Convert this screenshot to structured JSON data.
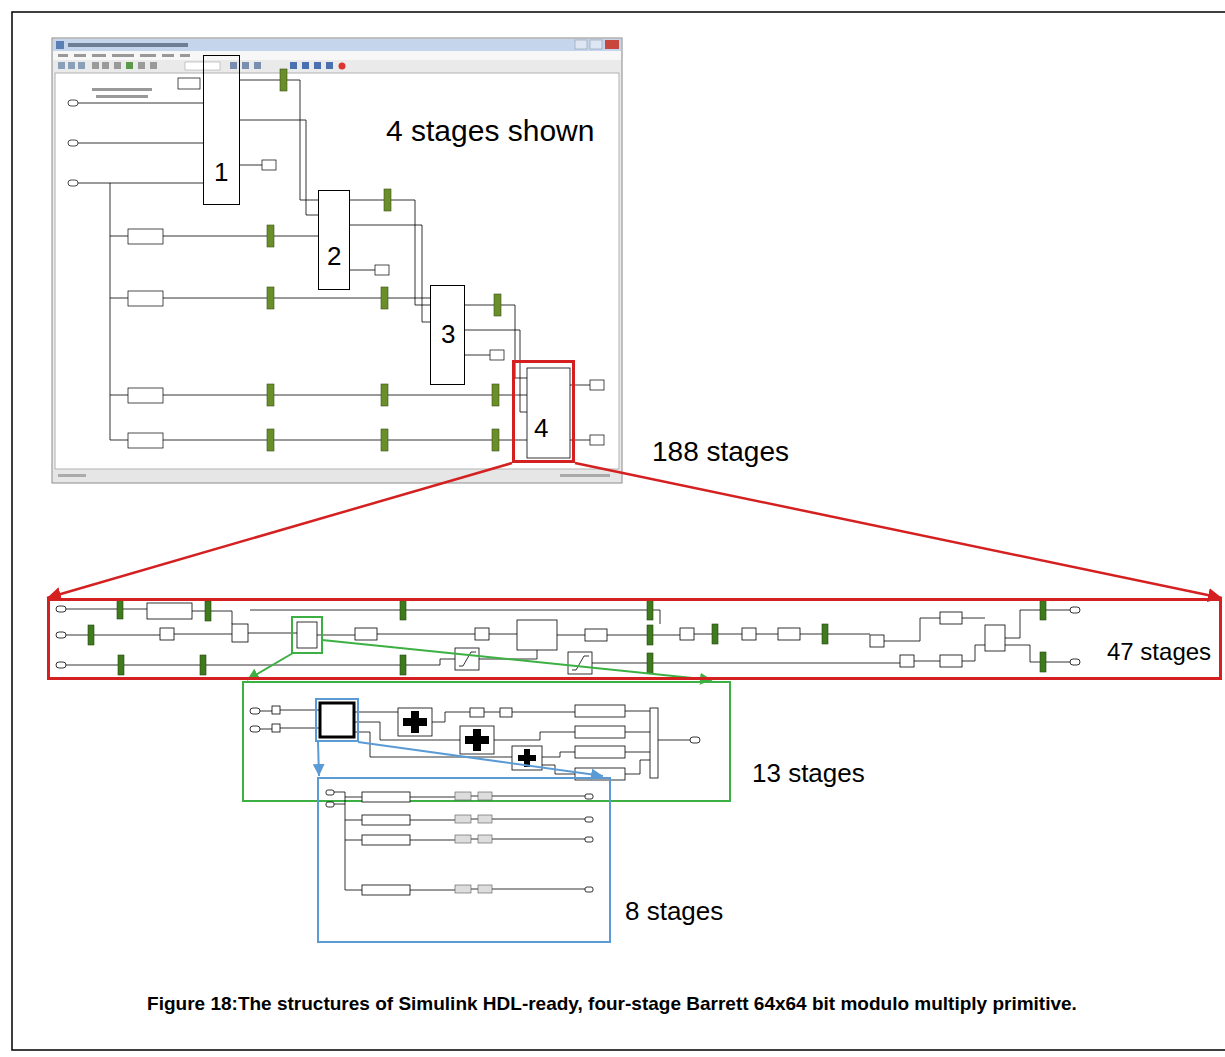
{
  "diagram": {
    "caption": "Figure 18:The structures of Simulink HDL-ready, four-stage Barrett 64x64 bit modulo multiply primitive.",
    "nodes": [
      {
        "text": [
          "1"
        ]
      },
      {
        "text": [
          "2"
        ]
      },
      {
        "text": [
          "3"
        ]
      },
      {
        "text": [
          "4"
        ]
      },
      {
        "text": [
          "47 stages"
        ]
      }
    ],
    "edges": [
      {
        "from": 3,
        "to": 4,
        "arrow": "to"
      },
      {
        "from": 3,
        "to": 4,
        "arrow": "to"
      }
    ],
    "labels": [
      "4 stages shown",
      "188 stages",
      "13 stages",
      "8 stages"
    ]
  }
}
